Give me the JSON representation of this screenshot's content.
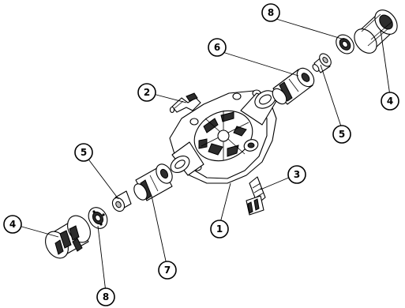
{
  "callouts": [
    {
      "id": "c-8-top",
      "label": "8"
    },
    {
      "id": "c-6",
      "label": "6"
    },
    {
      "id": "c-4-right",
      "label": "4"
    },
    {
      "id": "c-2",
      "label": "2"
    },
    {
      "id": "c-5-right",
      "label": "5"
    },
    {
      "id": "c-5-left",
      "label": "5"
    },
    {
      "id": "c-3",
      "label": "3"
    },
    {
      "id": "c-4-left",
      "label": "4"
    },
    {
      "id": "c-1",
      "label": "1"
    },
    {
      "id": "c-7",
      "label": "7"
    },
    {
      "id": "c-8-bottom",
      "label": "8"
    }
  ]
}
